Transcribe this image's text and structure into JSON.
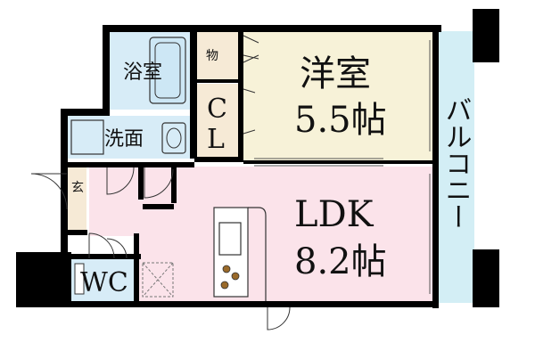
{
  "rooms": {
    "bath": "浴室",
    "storage": "物",
    "closet_c": "C",
    "closet_l": "L",
    "western_name": "洋室",
    "western_size": "5.5帖",
    "washroom": "洗面",
    "entrance": "玄",
    "ldk_name": "LDK",
    "ldk_size": "8.2帖",
    "wc": "WC",
    "balcony": "バルコニー"
  },
  "colors": {
    "wall": "#000000",
    "western_room": "#f7f2d8",
    "ldk": "#fbe3ea",
    "balcony": "#d3eef5",
    "wet_area": "#d7ecf7",
    "closet": "#f6ead6",
    "floor_white": "#ffffff"
  }
}
